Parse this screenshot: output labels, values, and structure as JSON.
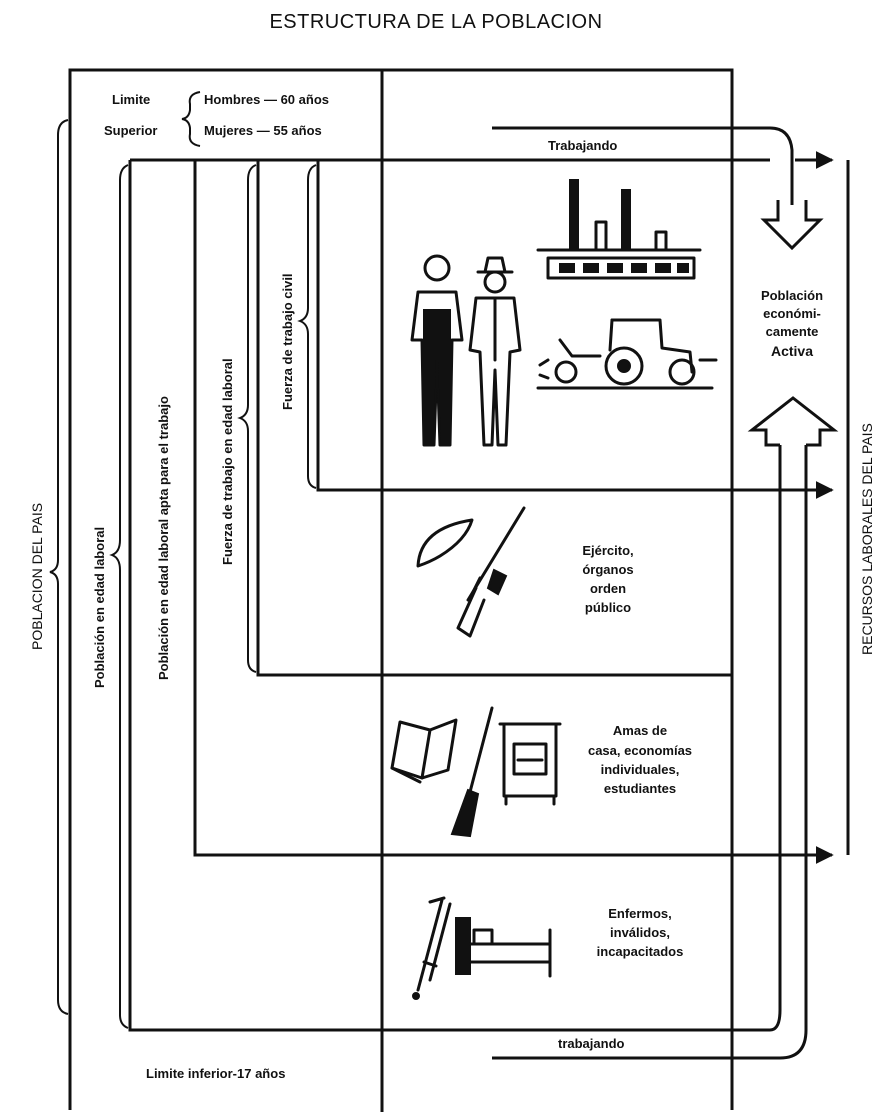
{
  "title": "ESTRUCTURA DE LA POBLACION",
  "limits": {
    "upper_label_1": "Limite",
    "upper_label_2": "Superior",
    "men": "Hombres — 60 años",
    "women": "Mujeres — 55 años",
    "lower": "Limite inferior-17 años"
  },
  "flows": {
    "top": "Trabajando",
    "bottom": "trabajando"
  },
  "vertical_labels": {
    "poblacion_pais": "POBLACION DEL PAIS",
    "edad_laboral": "Población en edad laboral",
    "apta": "Población en edad laboral apta para el trabajo",
    "fuerza_edad": "Fuerza de trabajo en edad laboral",
    "fuerza_civil": "Fuerza de trabajo civil",
    "recursos": "RECURSOS LABORALES DEL PAIS"
  },
  "economically_active": [
    "Población",
    "económi-",
    "camente",
    "Activa"
  ],
  "categories": {
    "military": [
      "Ejército,",
      "órganos",
      "orden",
      "público"
    ],
    "homemakers": [
      "Amas de",
      "casa, economías",
      "individuales,",
      "estudiantes"
    ],
    "sick": [
      "Enfermos,",
      "inválidos,",
      "incapacitados"
    ]
  },
  "icons": [
    "workers-icon",
    "factory-icon",
    "tractor-icon",
    "helmet-icon",
    "rifle-icon",
    "book-icon",
    "broom-icon",
    "stove-icon",
    "crutch-icon",
    "bed-icon"
  ]
}
